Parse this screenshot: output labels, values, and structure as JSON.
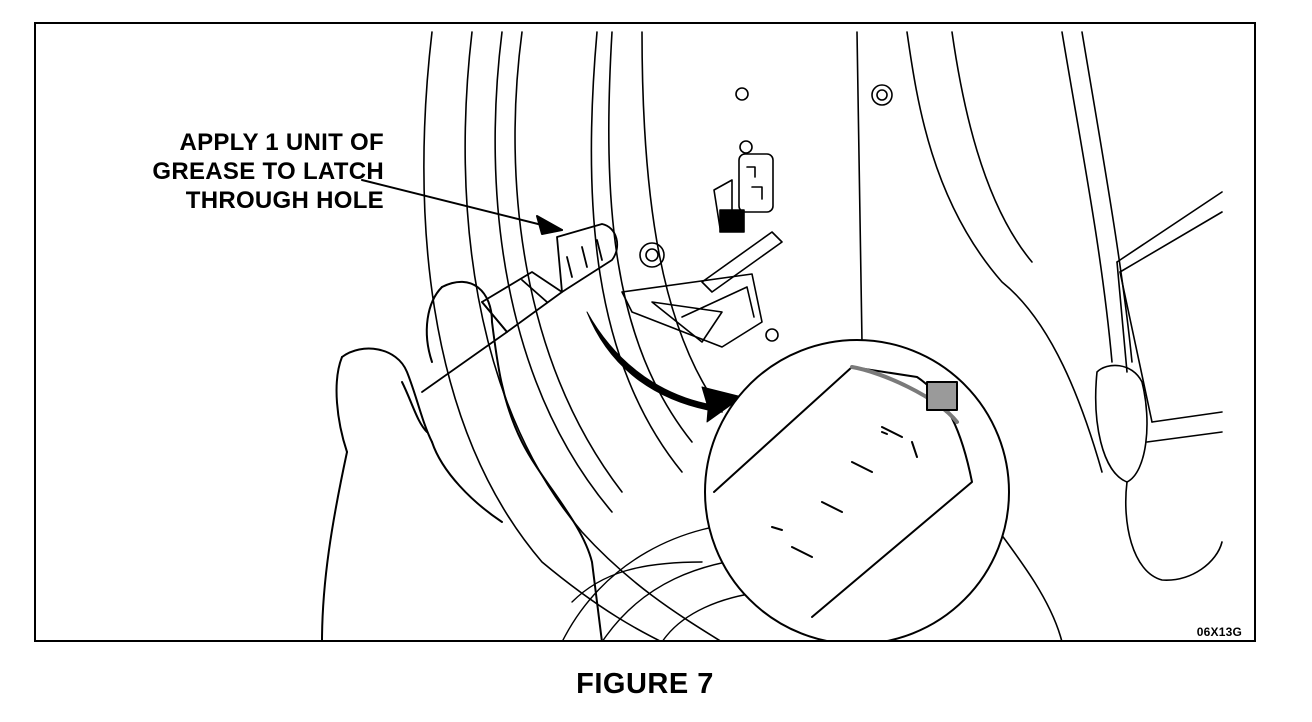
{
  "callout": {
    "lines": [
      "APPLY 1 UNIT OF",
      "GREASE TO LATCH",
      "THROUGH HOLE"
    ]
  },
  "figure_code": "06X13G",
  "caption": "FIGURE 7",
  "colors": {
    "ink": "#000000",
    "paper": "#ffffff",
    "shade": "#9a9a9a"
  }
}
